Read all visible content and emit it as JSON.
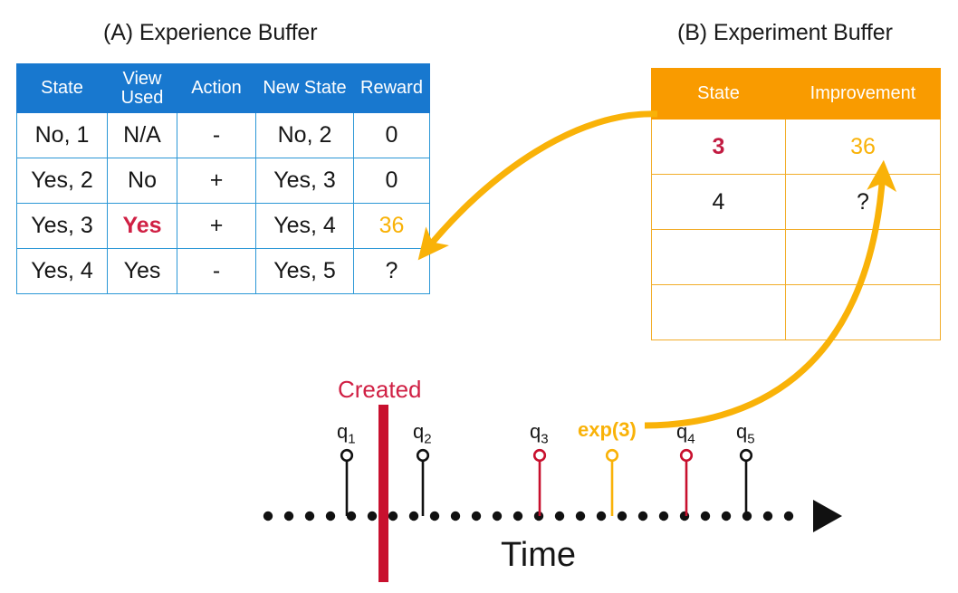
{
  "colors": {
    "blue_header": "#1878CF",
    "blue_border": "#2B97D6",
    "orange_header": "#F99B00",
    "orange_border": "#F2AD2A",
    "gold": "#F9B208",
    "crimson": "#D02044",
    "black": "#161616"
  },
  "panel_a": {
    "caption": "(A) Experience Buffer",
    "columns": [
      "State",
      "View Used",
      "Action",
      "New State",
      "Reward"
    ],
    "rows": [
      {
        "state": "No, 1",
        "view_used": "N/A",
        "action": "-",
        "new_state": "No, 2",
        "reward": "0"
      },
      {
        "state": "Yes, 2",
        "view_used": "No",
        "action": "+",
        "new_state": "Yes, 3",
        "reward": "0"
      },
      {
        "state": "Yes, 3",
        "view_used": "Yes",
        "action": "+",
        "new_state": "Yes, 4",
        "reward": "36"
      },
      {
        "state": "Yes, 4",
        "view_used": "Yes",
        "action": "-",
        "new_state": "Yes, 5",
        "reward": "?"
      }
    ]
  },
  "panel_b": {
    "caption": "(B) Experiment Buffer",
    "columns": [
      "State",
      "Improvement"
    ],
    "rows": [
      {
        "state": "3",
        "improvement": "36"
      },
      {
        "state": "4",
        "improvement": "?"
      },
      {
        "state": "",
        "improvement": ""
      },
      {
        "state": "",
        "improvement": ""
      }
    ]
  },
  "timeline": {
    "created_label": "Created",
    "axis_label": "Time",
    "events": [
      {
        "id": "q1",
        "label": "q",
        "sub": "1",
        "color": "black"
      },
      {
        "id": "q2",
        "label": "q",
        "sub": "2",
        "color": "black"
      },
      {
        "id": "q3",
        "label": "q",
        "sub": "3",
        "color": "crimson"
      },
      {
        "id": "exp3",
        "label": "exp(3)",
        "sub": "",
        "color": "gold"
      },
      {
        "id": "q4",
        "label": "q",
        "sub": "4",
        "color": "crimson"
      },
      {
        "id": "q5",
        "label": "q",
        "sub": "5",
        "color": "black"
      }
    ]
  }
}
